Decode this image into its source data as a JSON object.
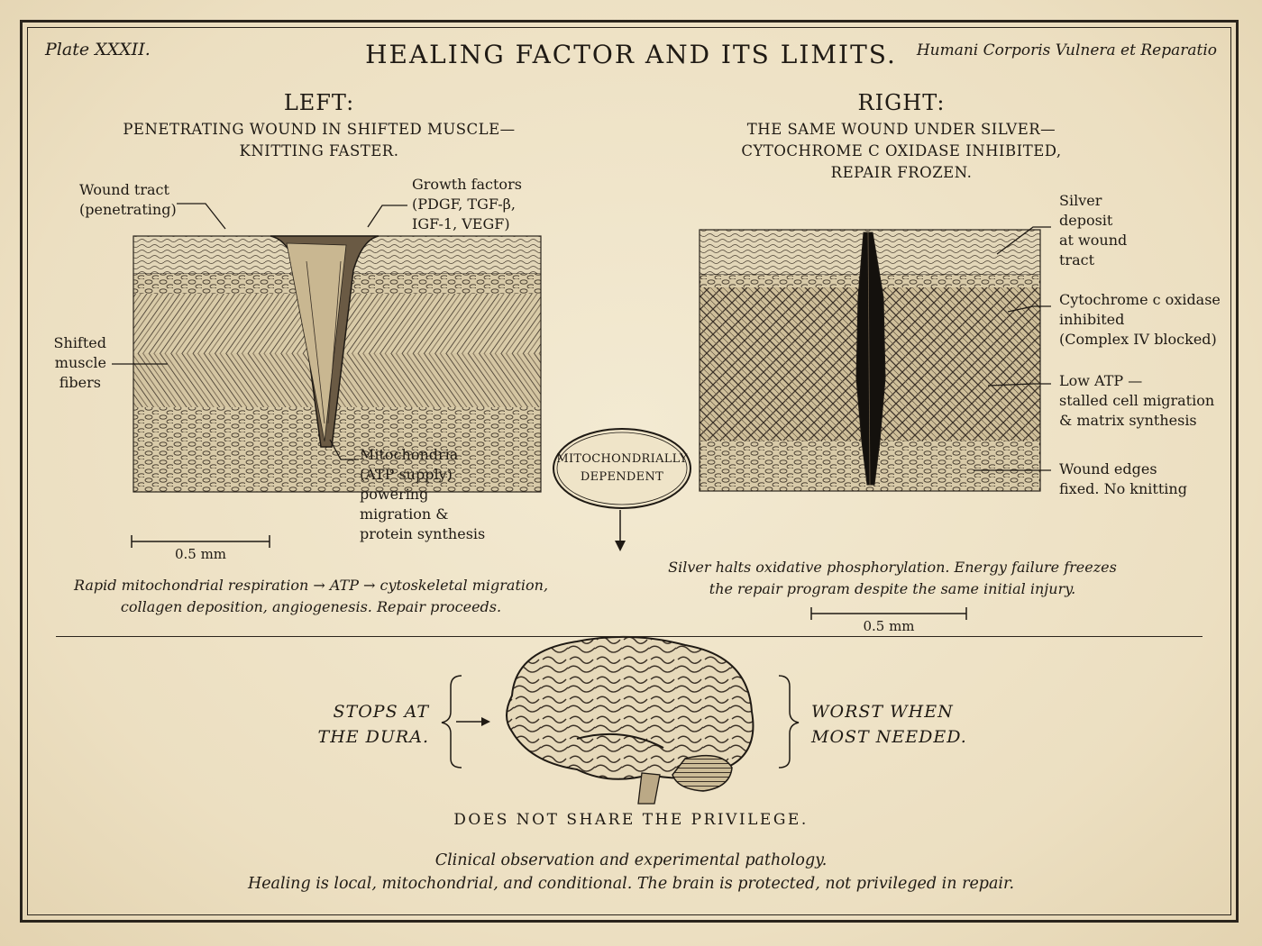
{
  "plate_number": "Plate XXXII.",
  "title": "HEALING FACTOR AND ITS LIMITS.",
  "latin_title": "Humani Corporis Vulnera et Reparatio",
  "left": {
    "heading": "LEFT:",
    "subtitle_1": "PENETRATING WOUND IN SHIFTED MUSCLE—",
    "subtitle_2": "KNITTING FASTER.",
    "labels": {
      "wound_tract_1": "Wound tract",
      "wound_tract_2": "(penetrating)",
      "growth_1": "Growth factors",
      "growth_2": "(PDGF, TGF-β,",
      "growth_3": "IGF-1, VEGF)",
      "shifted_1": "Shifted",
      "shifted_2": "muscle",
      "shifted_3": "fibers",
      "mito_1": "Mitochondria",
      "mito_2": "(ATP supply)",
      "mito_3": "powering",
      "mito_4": "migration &",
      "mito_5": "protein synthesis"
    },
    "scale": "0.5 mm",
    "caption_1": "Rapid mitochondrial respiration → ATP → cytoskeletal migration,",
    "caption_2": "collagen deposition, angiogenesis. Repair proceeds."
  },
  "center": {
    "oval_1": "MITOCHONDRIALLY",
    "oval_2": "DEPENDENT"
  },
  "right": {
    "heading": "RIGHT:",
    "subtitle_1": "THE SAME WOUND UNDER SILVER—",
    "subtitle_2": "CYTOCHROME C OXIDASE INHIBITED,",
    "subtitle_3": "REPAIR FROZEN.",
    "labels": {
      "silver_1": "Silver",
      "silver_2": "deposit",
      "silver_3": "at wound",
      "silver_4": "tract",
      "cyto_1": "Cytochrome c oxidase",
      "cyto_2": "inhibited",
      "cyto_3": "(Complex IV blocked)",
      "atp_1": "Low ATP —",
      "atp_2": "stalled cell migration",
      "atp_3": "& matrix synthesis",
      "edges_1": "Wound edges",
      "edges_2": "fixed. No knitting"
    },
    "caption_1": "Silver halts oxidative phosphorylation. Energy failure freezes",
    "caption_2": "the repair program despite the same initial injury.",
    "scale": "0.5 mm"
  },
  "bottom": {
    "left_1": "STOPS AT",
    "left_2": "THE DURA.",
    "right_1": "WORST WHEN",
    "right_2": "MOST NEEDED.",
    "privilege": "DOES NOT SHARE THE PRIVILEGE.",
    "footer_1": "Clinical observation and experimental pathology.",
    "footer_2": "Healing is local, mitochondrial, and conditional. The brain is protected, not privileged in repair."
  },
  "colors": {
    "paper": "#efe4c8",
    "ink": "#1f1a14",
    "wound_dark": "#14110d"
  }
}
